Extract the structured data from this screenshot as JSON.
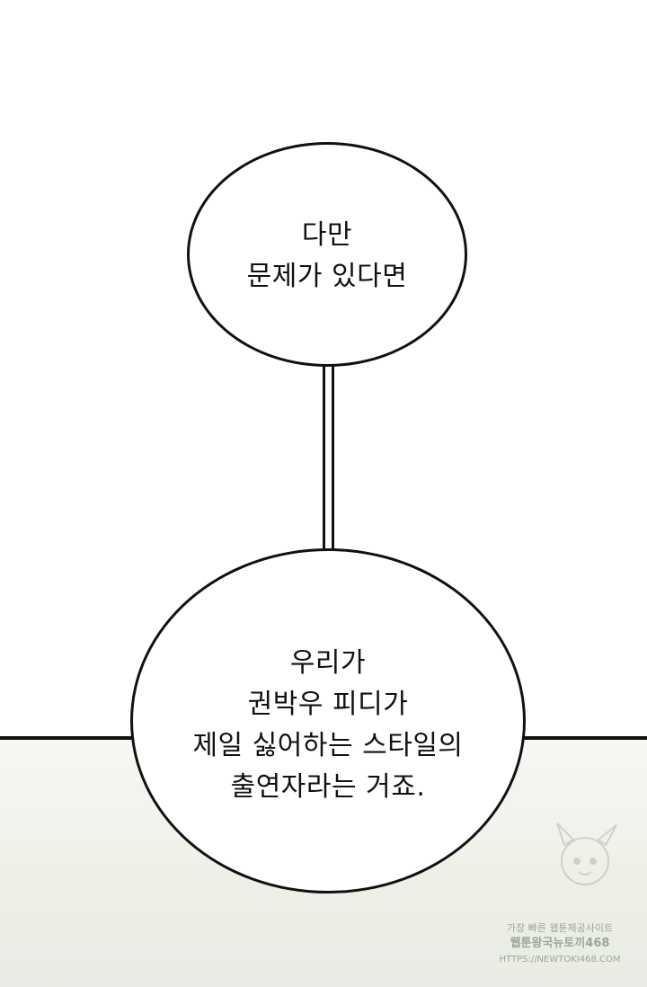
{
  "bubbles": {
    "top": {
      "lines": [
        "다만",
        "문제가 있다면"
      ]
    },
    "bottom": {
      "lines": [
        "우리가",
        "권박우 피디가",
        "제일 싫어하는 스타일의",
        "출연자라는 거죠."
      ]
    }
  },
  "watermark": {
    "line1": "가장 빠른 웹툰제공사이트",
    "line2": "웹툰왕국뉴토끼468",
    "line3": "HTTPS://NEWTOKI468.COM"
  }
}
